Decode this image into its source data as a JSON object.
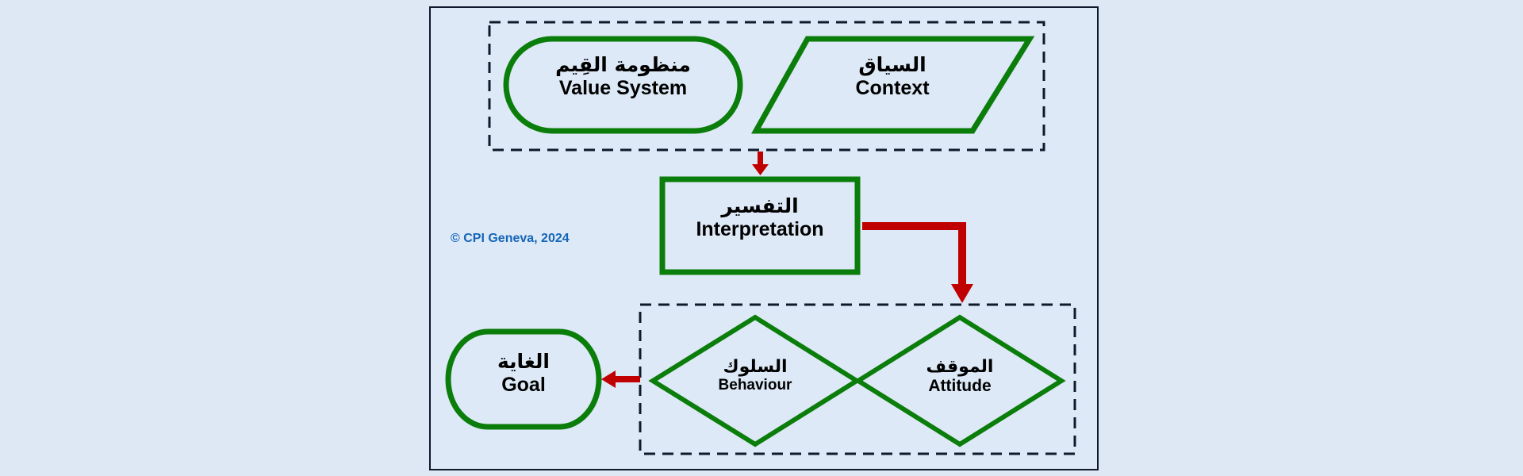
{
  "colors": {
    "background": "#dde8f4",
    "frame_border": "#0e1a2b",
    "shape_stroke": "#0a7d0a",
    "arrow": "#c00000",
    "dashed_group": "#0e1a2b",
    "copyright_text": "#1565b8"
  },
  "copyright": "© CPI Geneva, 2024",
  "nodes": {
    "value_system": {
      "arabic": "منظومة القِيم",
      "english": "Value System",
      "shape": "stadium"
    },
    "context": {
      "arabic": "السياق",
      "english": "Context",
      "shape": "parallelogram"
    },
    "interpretation": {
      "arabic": "التفسير",
      "english": "Interpretation",
      "shape": "rectangle"
    },
    "attitude": {
      "arabic": "الموقف",
      "english": "Attitude",
      "shape": "diamond"
    },
    "behaviour": {
      "arabic": "السلوك",
      "english": "Behaviour",
      "shape": "diamond"
    },
    "goal": {
      "arabic": "الغاية",
      "english": "Goal",
      "shape": "stadium"
    }
  },
  "groups": [
    {
      "name": "inputs",
      "members": [
        "value_system",
        "context"
      ]
    },
    {
      "name": "outputs",
      "members": [
        "attitude",
        "behaviour"
      ]
    }
  ],
  "edges": [
    {
      "from": "inputs",
      "to": "interpretation"
    },
    {
      "from": "interpretation",
      "to": "attitude"
    },
    {
      "from": "outputs",
      "to": "goal"
    }
  ]
}
